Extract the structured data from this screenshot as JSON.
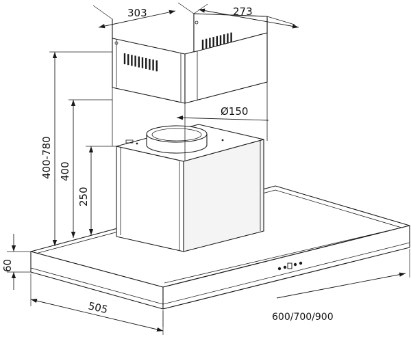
{
  "diagram": {
    "dimensions": {
      "chimney_width": "303",
      "chimney_depth": "273",
      "duct_diameter": "Ø150",
      "total_height_range": "400-780",
      "lower_height": "400",
      "motor_height": "250",
      "canopy_thickness": "60",
      "canopy_depth": "505",
      "canopy_width_options": "600/700/900"
    },
    "colors": {
      "line": "#1a1a1a",
      "background": "#ffffff"
    }
  }
}
